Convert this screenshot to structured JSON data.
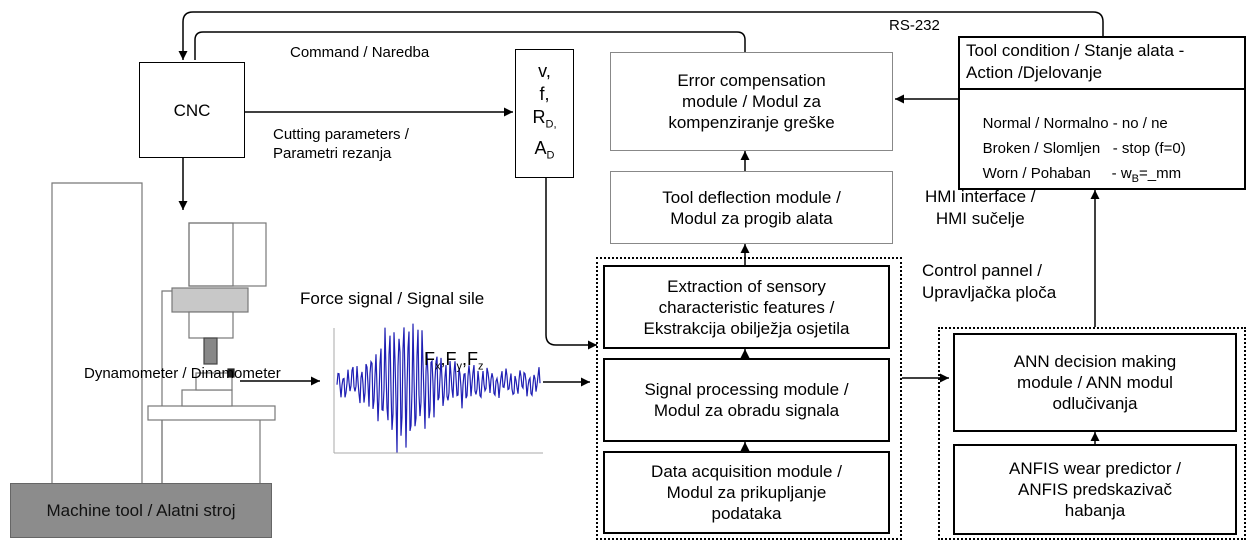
{
  "labels": {
    "rs232": "RS-232",
    "command": "Command / Naredba",
    "cutting_params": "Cutting parameters /\nParametri rezanja",
    "force_signal": "Force signal / Signal sile",
    "dynamometer": "Dynamometer / Dinamometer",
    "hmi": "HMI interface /\nHMI sučelje",
    "control_panel": "Control pannel /\nUpravljačka ploča"
  },
  "boxes": {
    "cnc": "CNC",
    "error_comp": "Error compensation\nmodule / Modul za\nkompenziranje greške",
    "tool_deflection": "Tool deflection module /\nModul za progib alata",
    "extraction": "Extraction of sensory\ncharacteristic features /\nEkstrakcija obilježja osjetila",
    "signal_processing": "Signal processing module /\nModul za obradu signala",
    "data_acquisition": "Data acquisition module /\nModul za prikupljanje\npodataka",
    "ann": "ANN decision making\nmodule / ANN modul\nodlučivanja",
    "anfis": "ANFIS wear predictor /\nANFIS predskazivač\nhabanja",
    "machine_tool": "Machine tool / Alatni stroj"
  },
  "params": {
    "v": "v,",
    "f": "f,",
    "rd_main": "R",
    "rd_sub": "D,",
    "ad_main": "A",
    "ad_sub": "D"
  },
  "force_components": {
    "fx": "F",
    "fx_sub": "x",
    "fy": "F",
    "fy_sub": "y",
    "fz": "F",
    "fz_sub": "z"
  },
  "tool_condition": {
    "header": "Tool condition / Stanje alata -\nAction /Djelovanje",
    "rows": [
      {
        "state": "Normal / Normalno",
        "action": "- no / ne"
      },
      {
        "state": "Broken / Slomljen",
        "action": "- stop (f=0)"
      },
      {
        "state": "Worn / Pohaban",
        "action": "- w",
        "action_sub": "B",
        "action_tail": "=_mm"
      }
    ]
  },
  "colors": {
    "signal": "#1f1fb4",
    "machine": "#8c8c8c",
    "thin_border": "#888888"
  }
}
